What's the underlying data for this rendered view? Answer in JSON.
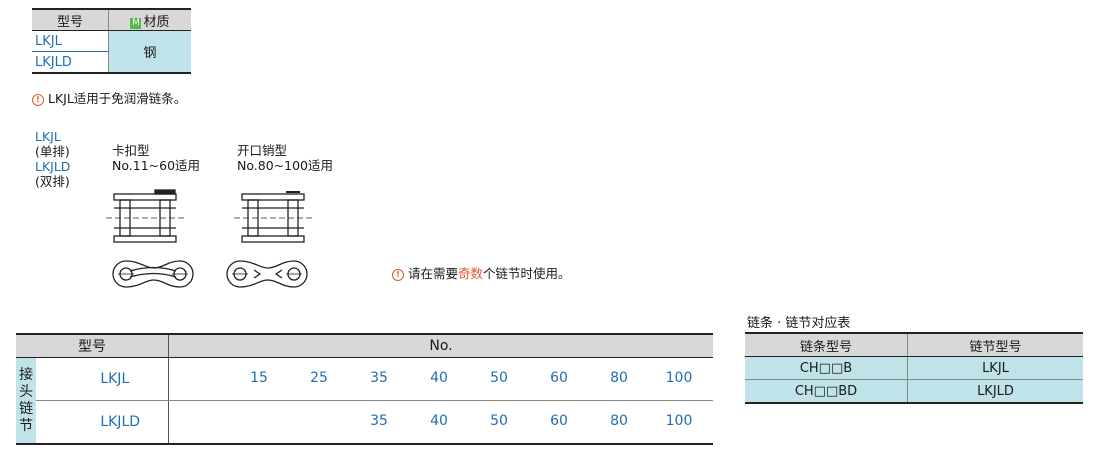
{
  "material_table": {
    "header_model": "型号",
    "header_material_badge": "M",
    "header_material": "材质",
    "rows": [
      "LKJL",
      "LKJLD"
    ],
    "material_value": "钢"
  },
  "note_top": "LKJL适用于免润滑链条。",
  "labels": {
    "lkjl": "LKJL",
    "single": "(单排)",
    "lkjld": "LKJLD",
    "double": "(双排)"
  },
  "type_clip": {
    "name": "卡扣型",
    "range": "No.11~60适用"
  },
  "type_cotter": {
    "name": "开口销型",
    "range": "No.80~100适用"
  },
  "note_mid": {
    "prefix": "请在需要",
    "highlight": "奇数",
    "suffix": "个链节时使用。"
  },
  "no_table": {
    "header_model": "型号",
    "header_no": "No.",
    "side_label": [
      "接",
      "头",
      "链",
      "节"
    ],
    "rows": [
      {
        "model": "LKJL",
        "values": [
          "15",
          "25",
          "35",
          "40",
          "50",
          "60",
          "80",
          "100"
        ]
      },
      {
        "model": "LKJLD",
        "values": [
          "",
          "",
          "35",
          "40",
          "50",
          "60",
          "80",
          "100"
        ]
      }
    ]
  },
  "correspondence": {
    "title": "链条 · 链节对应表",
    "header_chain": "链条型号",
    "header_link": "链节型号",
    "rows": [
      {
        "chain": "CH□□B",
        "link": "LKJL"
      },
      {
        "chain": "CH□□BD",
        "link": "LKJLD"
      }
    ]
  },
  "colors": {
    "accent_blue": "#1f6fb5",
    "cell_fill": "#bfe3e8",
    "header_fill": "#d8d8d8",
    "highlight": "#e05a2a"
  }
}
